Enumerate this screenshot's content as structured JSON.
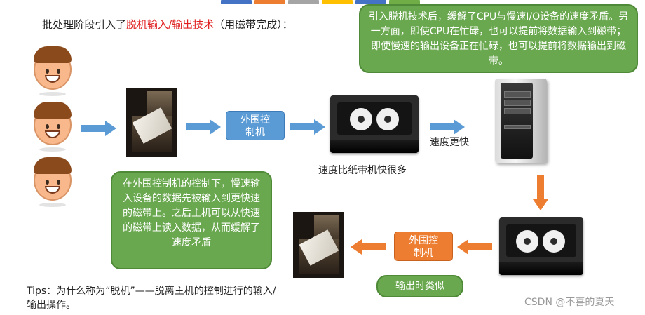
{
  "title": {
    "prefix": "批处理阶段引入了",
    "highlight": "脱机输入/输出技术",
    "suffix": "（用磁带完成）："
  },
  "callouts": {
    "top_right": "引入脱机技术后，缓解了CPU与慢速I/O设备的速度矛盾。另一方面，即使CPU在忙碌，也可以提前将数据输入到磁带；即使慢速的输出设备正在忙碌，也可以提前将数据输出到磁带。",
    "left": "在外围控制机的控制下，慢速输入设备的数据先被输入到更快速的磁带上。之后主机可以从快速的磁带上读入数据，从而缓解了速度矛盾",
    "bottom": "输出时类似"
  },
  "controllers": {
    "input": "外围控制机",
    "output": "外围控制机"
  },
  "labels": {
    "tape_speed": "速度比纸带机快很多",
    "faster": "速度更快"
  },
  "tips": "Tips：为什么称为“脱机”——脱离主机的控制进行的输入/输出操作。",
  "watermark": "CSDN @不喜的夏天",
  "colors": {
    "callout_green": "#6aa84f",
    "controller_blue": "#5b9bd5",
    "controller_orange": "#ed7d31",
    "highlight_red": "#e02020"
  }
}
